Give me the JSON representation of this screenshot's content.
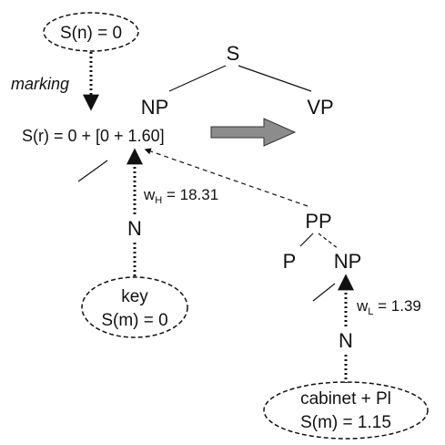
{
  "nodes": {
    "s_n": "S(n) = 0",
    "marking": "marking",
    "s_root": "S",
    "np_top": "NP",
    "vp": "VP",
    "s_r": "S(r) = 0 + [0 + 1.60]",
    "w_h_w": "w",
    "w_h_sub": "H",
    "w_h_val": " = 18.31",
    "n_left": "N",
    "key": "key",
    "s_m_key": "S(m) = 0",
    "pp": "PP",
    "p": "P",
    "np_right": "NP",
    "w_l_w": "w",
    "w_l_sub": "L",
    "w_l_val": " = 1.39",
    "n_right": "N",
    "cabinet": "cabinet + Pl",
    "s_m_cab": "S(m) = 1.15"
  },
  "colors": {
    "text": "#111111",
    "line": "#111111",
    "arrow_fill": "#8c8c8c",
    "arrow_stroke": "#333333"
  }
}
